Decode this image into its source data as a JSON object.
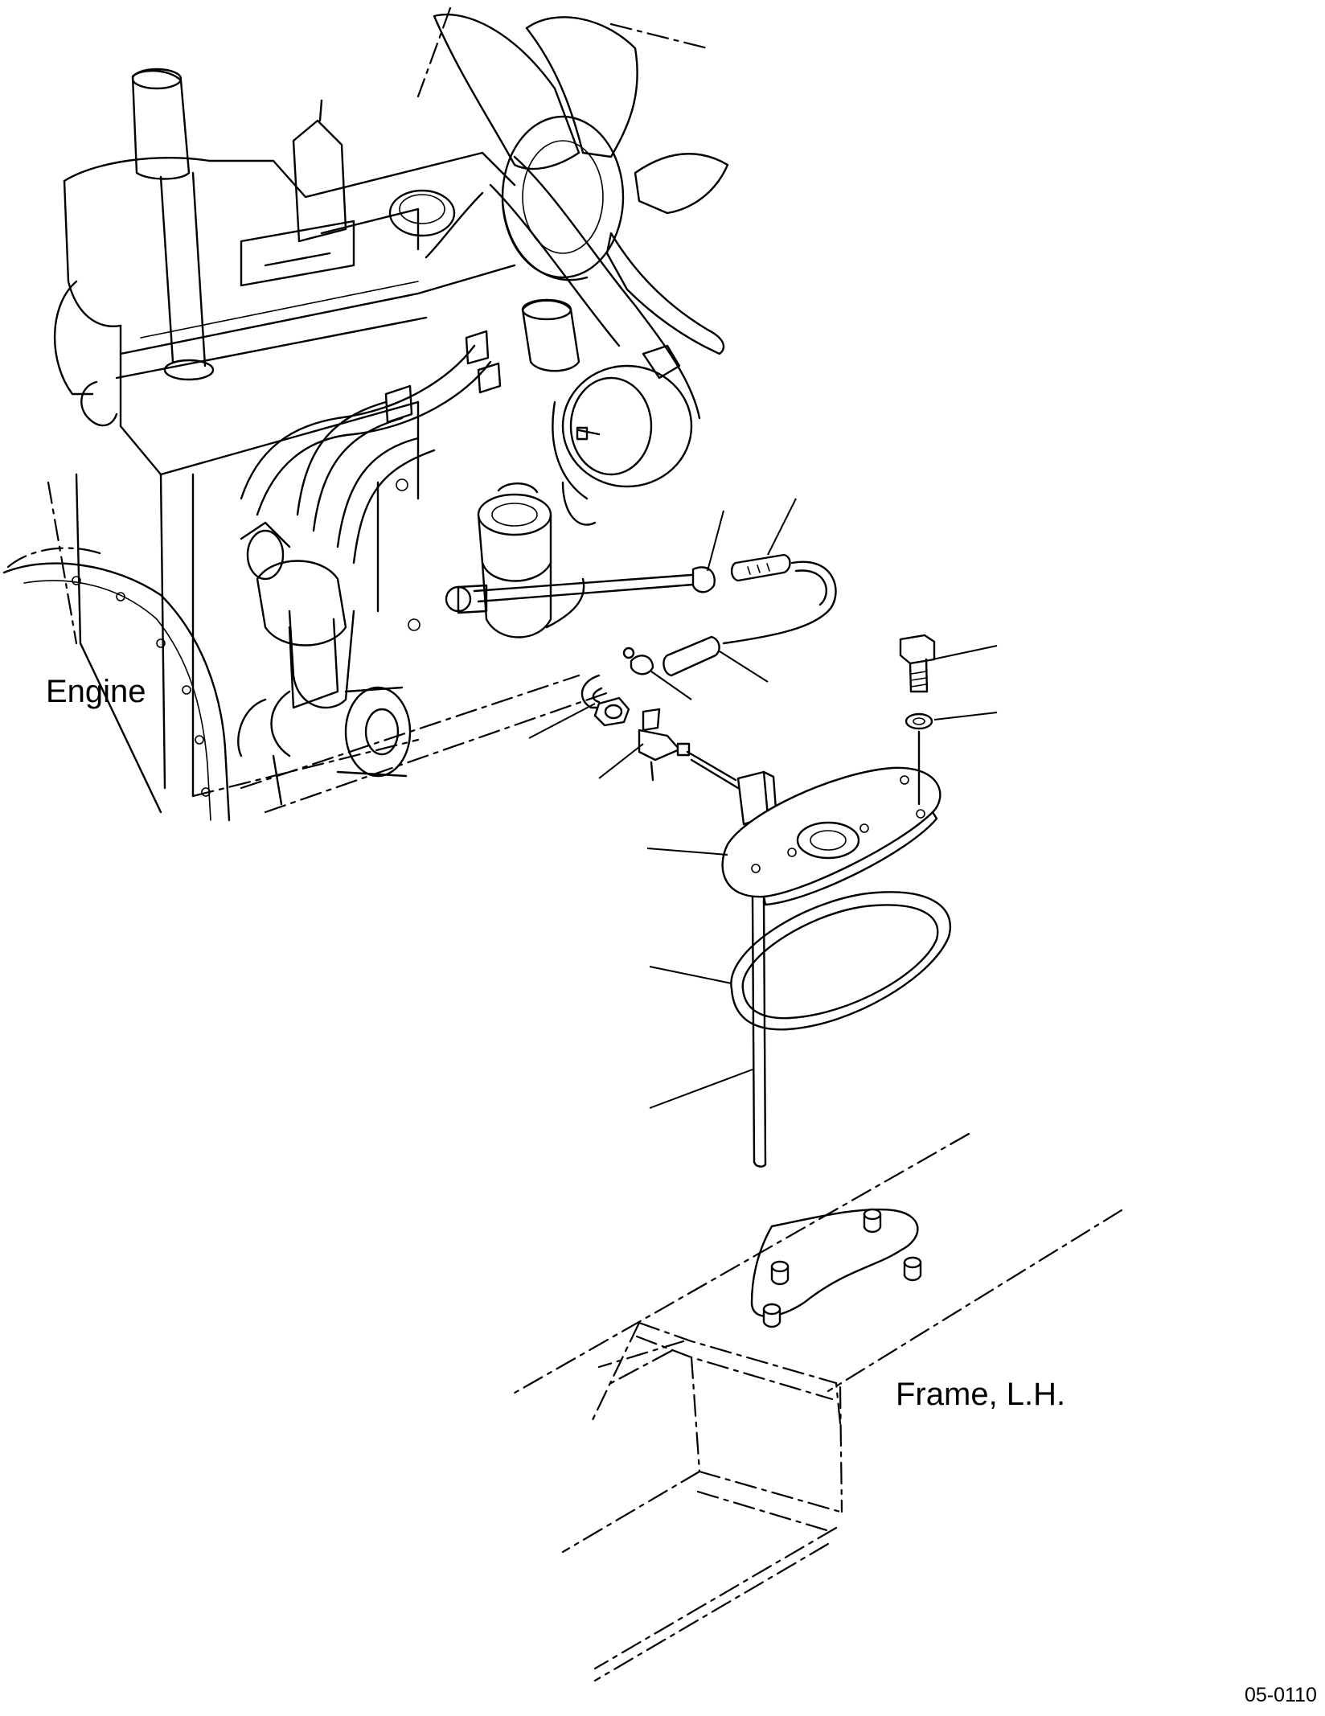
{
  "labels": {
    "engine": "Engine",
    "frame": "Frame, L.H.",
    "drawing_code": "05-0110"
  }
}
